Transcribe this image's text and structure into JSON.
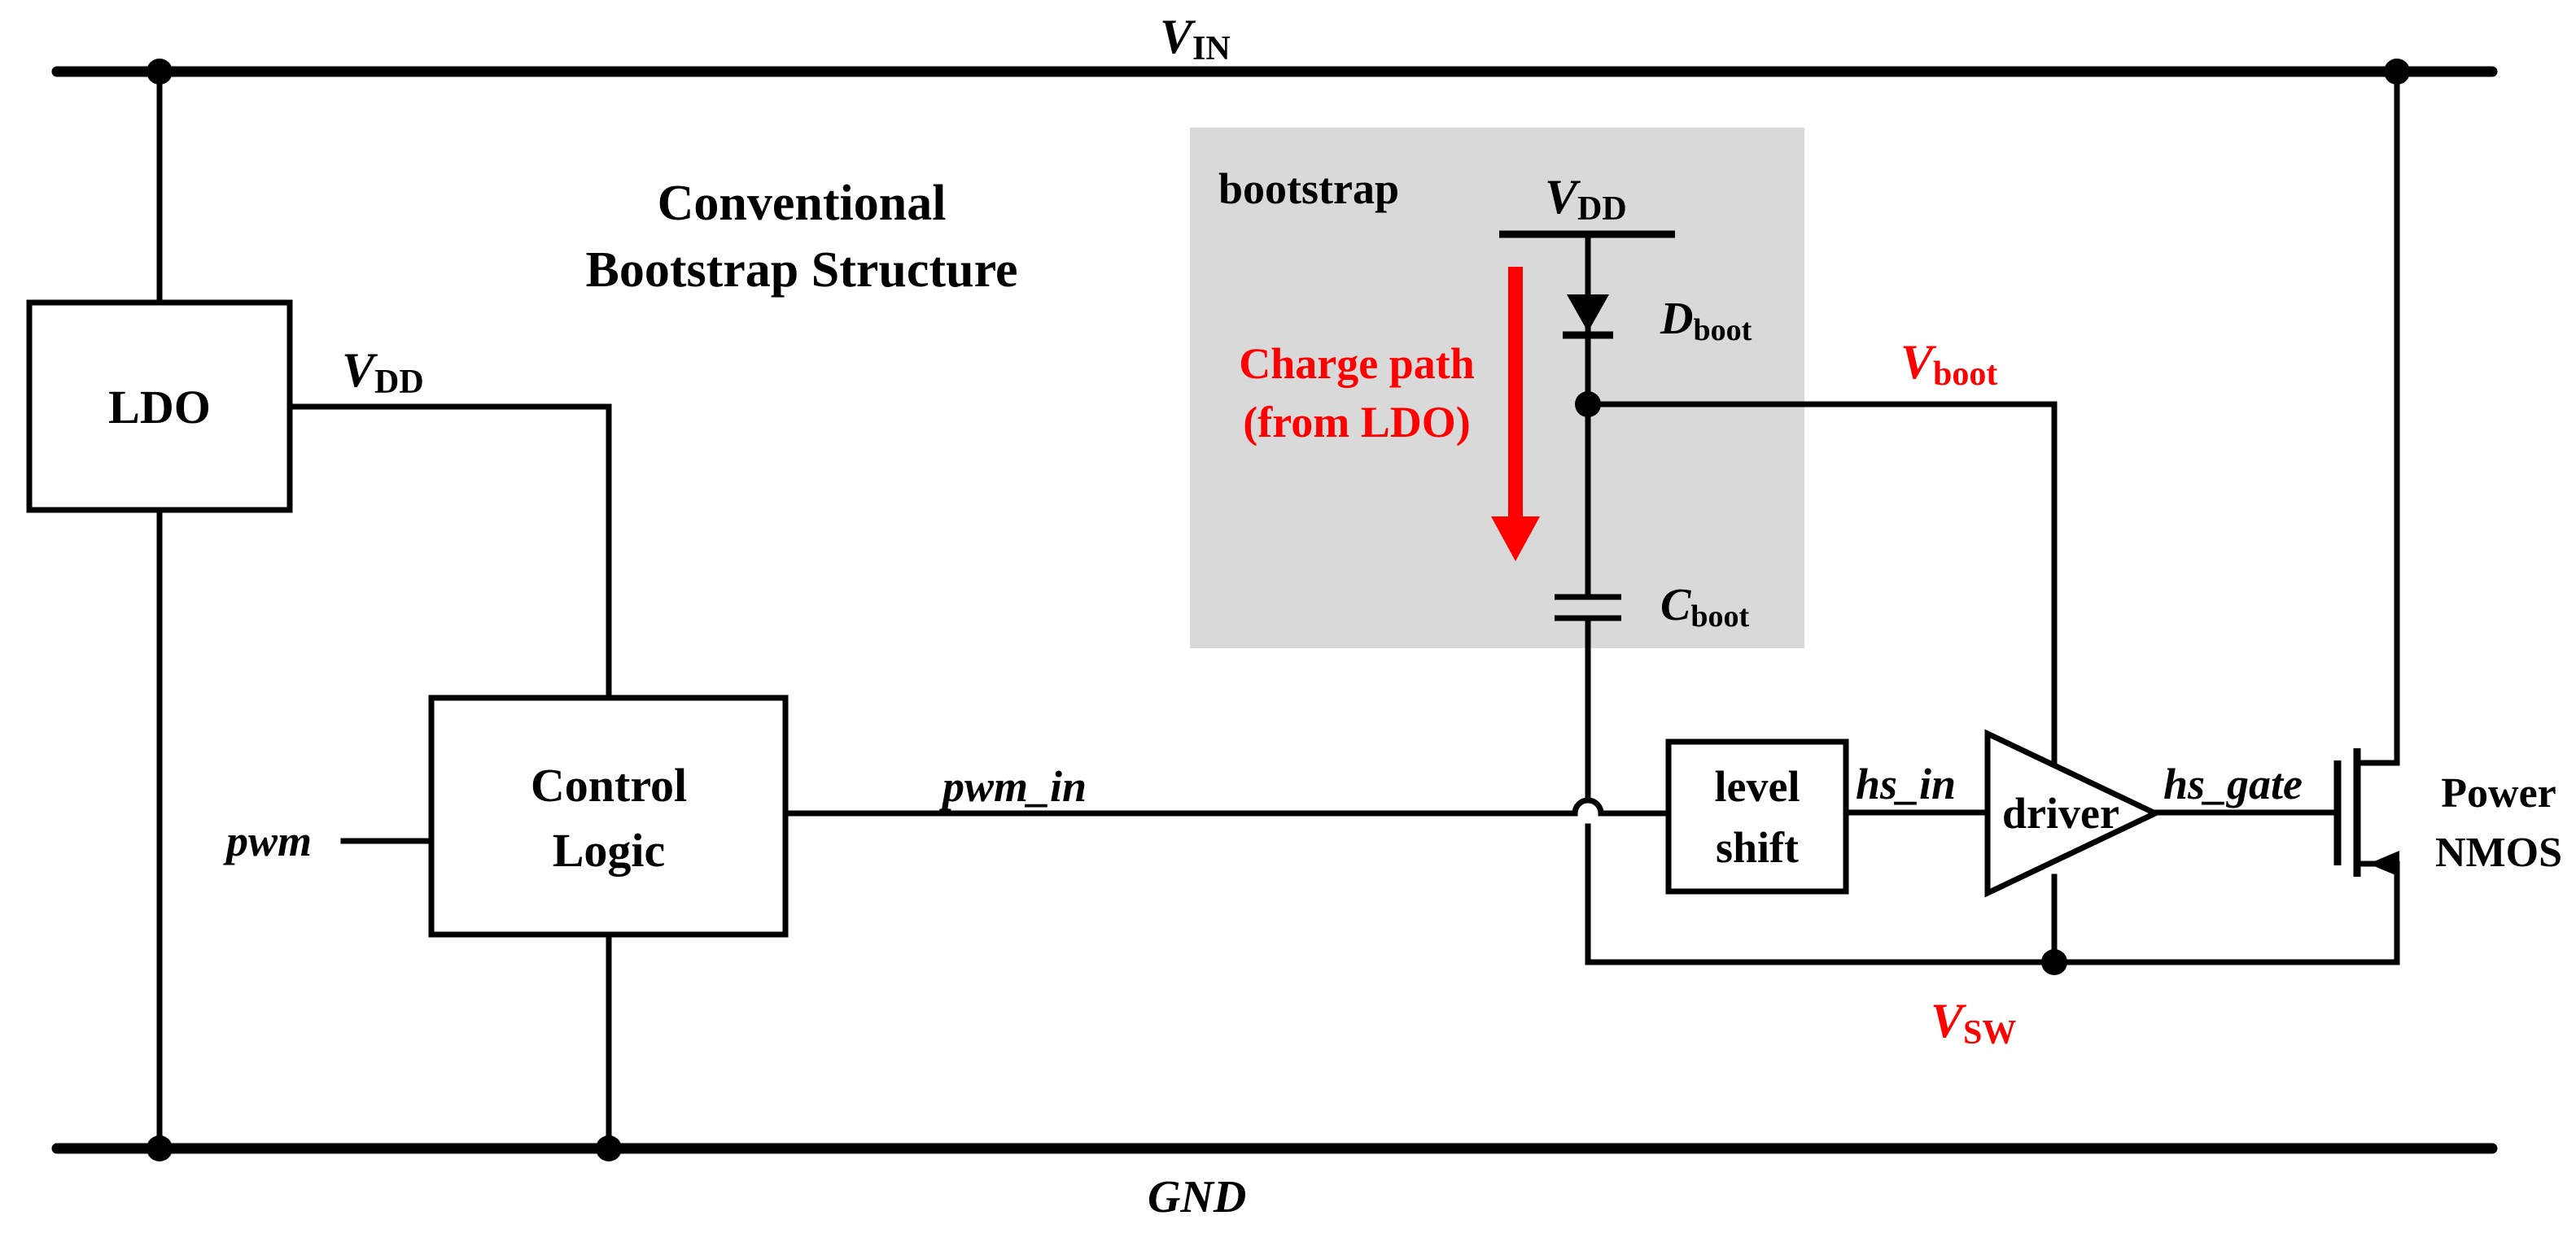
{
  "title_line1": "Conventional",
  "title_line2": "Bootstrap Structure",
  "rails": {
    "vin_main": "V",
    "vin_sub": "IN",
    "gnd": "GND"
  },
  "blocks": {
    "ldo": "LDO",
    "control_line1": "Control",
    "control_line2": "Logic",
    "level_line1": "level",
    "level_line2": "shift",
    "driver": "driver"
  },
  "bootstrap": {
    "label": "bootstrap",
    "vdd_main": "V",
    "vdd_sub": "DD",
    "dboot_main": "D",
    "dboot_sub": "boot",
    "cboot_main": "C",
    "cboot_sub": "boot",
    "charge_line1": "Charge path",
    "charge_line2": "(from LDO)"
  },
  "signals": {
    "vdd_main": "V",
    "vdd_sub": "DD",
    "pwm": "pwm",
    "pwm_in": "pwm_in",
    "hs_in": "hs_in",
    "hs_gate": "hs_gate",
    "vboot_main": "V",
    "vboot_sub": "boot",
    "vsw_main": "V",
    "vsw_sub": "SW"
  },
  "power_line1": "Power",
  "power_line2": "NMOS",
  "colors": {
    "highlight": "#ff0000",
    "bootstrap_bg": "#d9d9d9",
    "wire": "#000000"
  }
}
